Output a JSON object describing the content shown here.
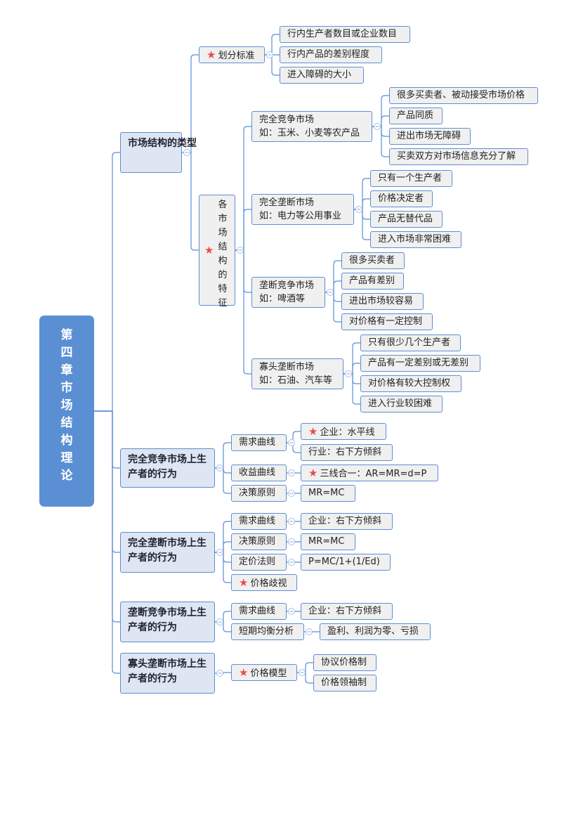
{
  "root": "第四章　市场结构理论",
  "types": {
    "label": "市场结构的类型",
    "criteria": {
      "label": "划分标准",
      "items": [
        "行内生产者数目或企业数目",
        "行内产品的差别程度",
        "进入障碍的大小"
      ]
    },
    "features": {
      "label": "各市场结构的特征",
      "markets": [
        {
          "name": "完全竞争市场",
          "example": "如：玉米、小麦等农产品",
          "items": [
            "很多买卖者、被动接受市场价格",
            "产品同质",
            "进出市场无障碍",
            "买卖双方对市场信息充分了解"
          ]
        },
        {
          "name": "完全垄断市场",
          "example": "如：电力等公用事业",
          "items": [
            "只有一个生产者",
            "价格决定者",
            "产品无替代品",
            "进入市场非常困难"
          ]
        },
        {
          "name": "垄断竞争市场",
          "example": "如：啤酒等",
          "items": [
            "很多买卖者",
            "产品有差别",
            "进出市场较容易",
            "对价格有一定控制"
          ]
        },
        {
          "name": "寡头垄断市场",
          "example": "如：石油、汽车等",
          "items": [
            "只有很少几个生产者",
            "产品有一定差别或无差别",
            "对价格有较大控制权",
            "进入行业较困难"
          ]
        }
      ]
    }
  },
  "pc": {
    "label": "完全竞争市场上生产者的行为",
    "demand": "需求曲线",
    "demand_items": [
      "企业：水平线",
      "行业：右下方倾斜"
    ],
    "revenue": "收益曲线",
    "revenue_item": "三线合一：AR=MR=d=P",
    "rule": "决策原则",
    "rule_item": "MR=MC"
  },
  "mono": {
    "label": "完全垄断市场上生产者的行为",
    "demand": "需求曲线",
    "demand_item": "企业：右下方倾斜",
    "rule": "决策原则",
    "rule_item": "MR=MC",
    "pricing": "定价法则",
    "pricing_item": "P=MC/1+(1/Ed)",
    "discrimination": "价格歧视"
  },
  "mc": {
    "label": "垄断竞争市场上生产者的行为",
    "demand": "需求曲线",
    "demand_item": "企业：右下方倾斜",
    "short": "短期均衡分析",
    "short_item": "盈利、利润为零、亏损"
  },
  "oli": {
    "label": "寡头垄断市场上生产者的行为",
    "model": "价格模型",
    "model_items": [
      "协议价格制",
      "价格领袖制"
    ]
  }
}
